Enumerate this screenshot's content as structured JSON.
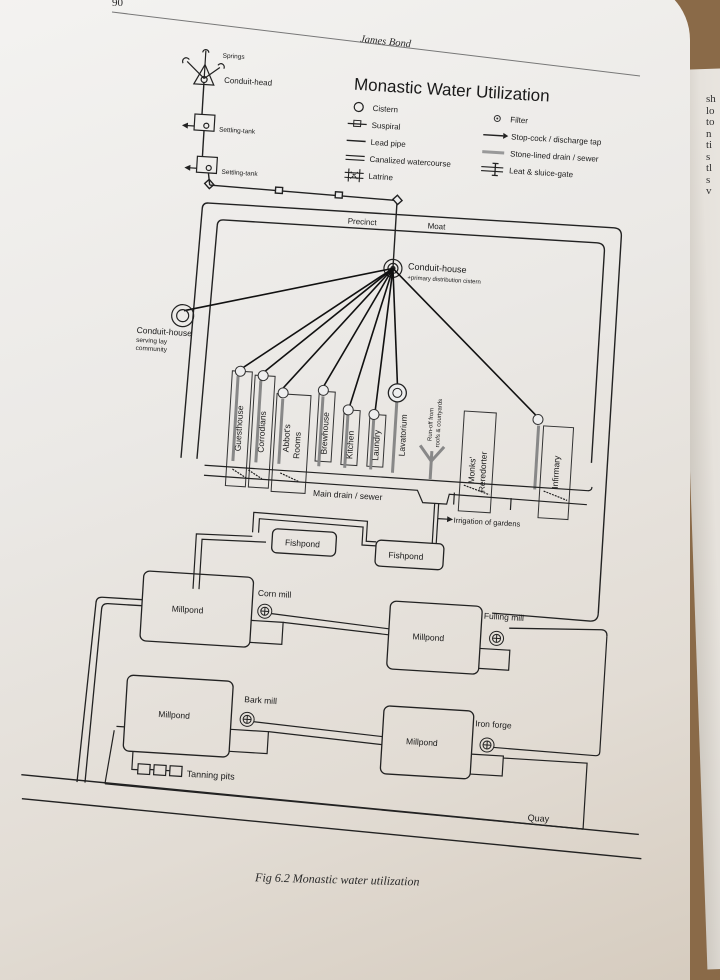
{
  "page": {
    "number": "90",
    "running_head": "James Bond",
    "caption": "Fig 6.2  Monastic water utilization",
    "facing_page_fragments": [
      "sh",
      "lo",
      "to",
      "n",
      "ti",
      "s",
      "tl",
      "s",
      "v"
    ]
  },
  "diagram": {
    "title": "Monastic Water Utilization",
    "legend": {
      "left": [
        {
          "icon": "cistern-icon",
          "label": "Cistern"
        },
        {
          "icon": "suspiral-icon",
          "label": "Suspiral"
        },
        {
          "icon": "lead-pipe-icon",
          "label": "Lead pipe"
        },
        {
          "icon": "canalized-watercourse-icon",
          "label": "Canalized watercourse"
        },
        {
          "icon": "latrine-icon",
          "label": "Latrine"
        }
      ],
      "right": [
        {
          "icon": "filter-icon",
          "label": "Filter"
        },
        {
          "icon": "stop-cock-icon",
          "label": "Stop-cock / discharge tap"
        },
        {
          "icon": "stone-drain-icon",
          "label": "Stone-lined drain / sewer"
        },
        {
          "icon": "leat-sluice-icon",
          "label": "Leat & sluice-gate"
        }
      ]
    },
    "supply": {
      "springs": "Springs",
      "conduit_head": "Conduit-head",
      "settling_tank_1": "Settling-tank",
      "settling_tank_2": "Settling-tank"
    },
    "precinct": "Precinct",
    "moat": "Moat",
    "conduit_house": {
      "label": "Conduit-house",
      "sub": "+primary distribution cistern"
    },
    "lay_conduit_house": {
      "label": "Conduit-house",
      "sub1": "serving lay",
      "sub2": "community"
    },
    "buildings": {
      "guesthouse": "Guesthouse",
      "corrodians": "Corrodians",
      "abbots_1": "Abbot's",
      "abbots_2": "Rooms",
      "brewhouse": "Brewhouse",
      "kitchen": "Kitchen",
      "laundry": "Laundry",
      "lavatorium": "Lavatorium",
      "runoff_1": "Run-off from",
      "runoff_2": "roofs & courtyards",
      "reredorter_1": "Monks'",
      "reredorter_2": "Reredorter",
      "infirmary": "Infirmary"
    },
    "main_drain": "Main drain / sewer",
    "irrigation": "Irrigation of gardens",
    "fishpond_1": "Fishpond",
    "fishpond_2": "Fishpond",
    "mills": {
      "millpond_1": "Millpond",
      "corn_mill": "Corn mill",
      "millpond_2": "Millpond",
      "fulling_mill": "Fulling mill",
      "millpond_3": "Millpond",
      "bark_mill": "Bark mill",
      "millpond_4": "Millpond",
      "iron_forge": "Iron forge",
      "tanning_pits": "Tanning pits"
    },
    "quay": "Quay"
  }
}
